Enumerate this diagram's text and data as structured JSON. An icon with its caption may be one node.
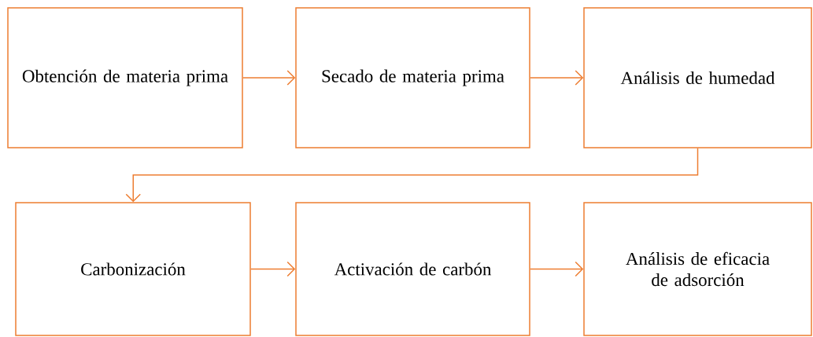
{
  "diagram": {
    "nodes": [
      {
        "text": [
          "Obtención de materia prima"
        ]
      },
      {
        "text": [
          "Secado de materia prima"
        ]
      },
      {
        "text": [
          "Análisis de humedad"
        ]
      },
      {
        "text": [
          "Carbonización"
        ]
      },
      {
        "text": [
          "Activación de carbón"
        ]
      },
      {
        "text": [
          "Análisis de eficacia de adsorción"
        ]
      }
    ],
    "edges": [
      {
        "from": 0,
        "to": 1,
        "arrow": "to"
      },
      {
        "from": 1,
        "to": 2,
        "arrow": "to"
      },
      {
        "from": 2,
        "to": 3,
        "arrow": "to"
      },
      {
        "from": 3,
        "to": 4,
        "arrow": "to"
      },
      {
        "from": 4,
        "to": 5,
        "arrow": "to"
      }
    ]
  }
}
